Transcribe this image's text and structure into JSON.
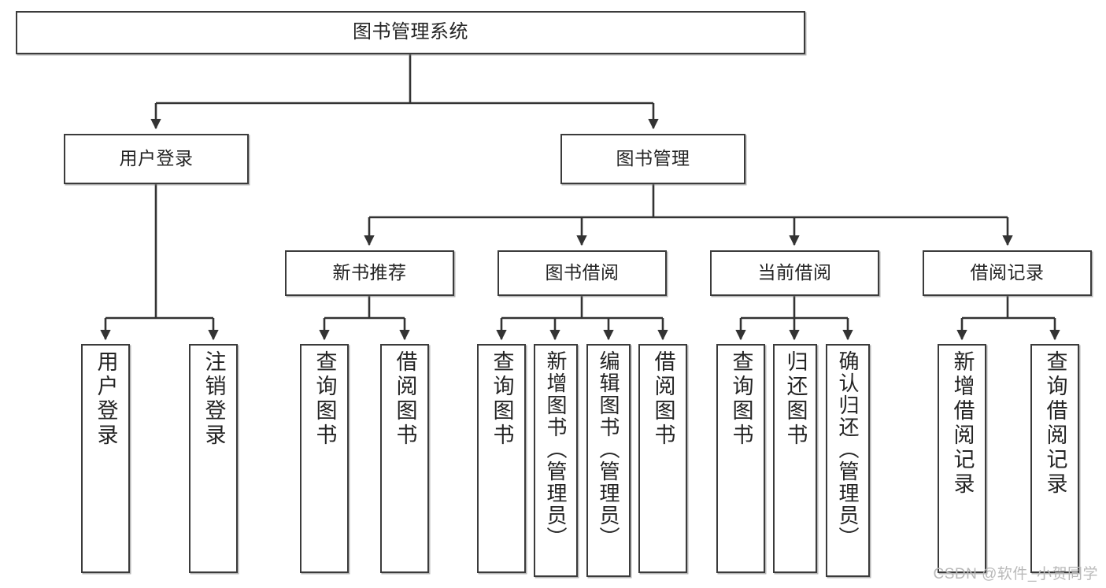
{
  "diagram": {
    "title": "图书管理系统",
    "type": "tree",
    "watermark": "CSDN @软件_小贺同学",
    "colors": {
      "box_border": "#3b3b3b",
      "box_fill": "#ffffff",
      "connector": "#333333",
      "text": "#242424",
      "watermark": "#b9b9b9"
    },
    "levels": [
      {
        "level": 1,
        "nodes": [
          {
            "id": "root",
            "label": "图书管理系统",
            "orientation": "horizontal"
          }
        ]
      },
      {
        "level": 2,
        "nodes": [
          {
            "id": "l2a",
            "label": "用户登录",
            "orientation": "horizontal",
            "parent": "root"
          },
          {
            "id": "l2b",
            "label": "图书管理",
            "orientation": "horizontal",
            "parent": "root"
          }
        ]
      },
      {
        "level": 3,
        "nodes": [
          {
            "id": "l3a",
            "label": "新书推荐",
            "orientation": "horizontal",
            "parent": "l2b"
          },
          {
            "id": "l3b",
            "label": "图书借阅",
            "orientation": "horizontal",
            "parent": "l2b"
          },
          {
            "id": "l3c",
            "label": "当前借阅",
            "orientation": "horizontal",
            "parent": "l2b"
          },
          {
            "id": "l3d",
            "label": "借阅记录",
            "orientation": "horizontal",
            "parent": "l2b"
          }
        ]
      },
      {
        "level": 4,
        "nodes": [
          {
            "id": "lf1",
            "label": "用户登录",
            "orientation": "vertical",
            "parent": "l2a"
          },
          {
            "id": "lf2",
            "label": "注销登录",
            "orientation": "vertical",
            "parent": "l2a"
          },
          {
            "id": "lf3",
            "label": "查询图书",
            "orientation": "vertical",
            "parent": "l3a"
          },
          {
            "id": "lf4",
            "label": "借阅图书",
            "orientation": "vertical",
            "parent": "l3a"
          },
          {
            "id": "lf5",
            "label": "查询图书",
            "orientation": "vertical",
            "parent": "l3b"
          },
          {
            "id": "lf6",
            "label": "新增图书（管理员）",
            "orientation": "vertical",
            "parent": "l3b"
          },
          {
            "id": "lf7",
            "label": "编辑图书（管理员）",
            "orientation": "vertical",
            "parent": "l3b"
          },
          {
            "id": "lf8",
            "label": "借阅图书",
            "orientation": "vertical",
            "parent": "l3b"
          },
          {
            "id": "lf9",
            "label": "查询图书",
            "orientation": "vertical",
            "parent": "l3c"
          },
          {
            "id": "lf10",
            "label": "归还图书",
            "orientation": "vertical",
            "parent": "l3c"
          },
          {
            "id": "lf11",
            "label": "确认归还（管理员）",
            "orientation": "vertical",
            "parent": "l3c"
          },
          {
            "id": "lf12",
            "label": "新增借阅记录",
            "orientation": "vertical",
            "parent": "l3d"
          },
          {
            "id": "lf13",
            "label": "查询借阅记录",
            "orientation": "vertical",
            "parent": "l3d"
          }
        ]
      }
    ]
  }
}
